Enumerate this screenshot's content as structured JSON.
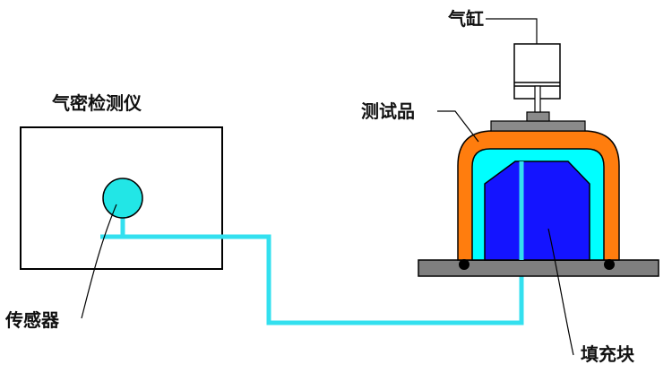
{
  "labels": {
    "leak_tester": "气密检测仪",
    "cylinder": "气缸",
    "test_piece": "测试品",
    "sensor": "传感器",
    "filler_block": "填充块"
  },
  "colors": {
    "outline": "#000000",
    "pipe": "#33e0ef",
    "sensor_fill": "#22e6e6",
    "test_piece": "#ff7d0e",
    "inner_cavity": "#00ffff",
    "filler_block": "#1414ff",
    "base_plate": "#7f7f7f",
    "cylinder_body": "#ffffff"
  }
}
